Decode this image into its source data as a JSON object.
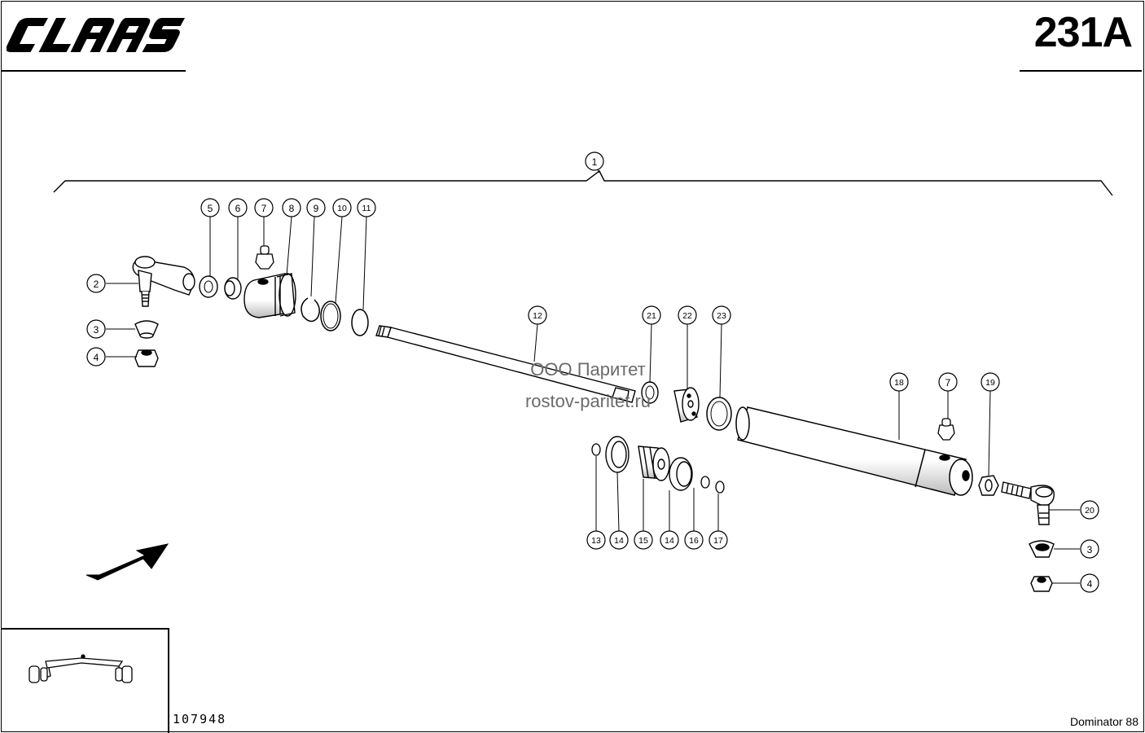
{
  "header": {
    "brand": "CLAAS",
    "page_number": "231A"
  },
  "watermark": {
    "line1": "ООО Паритет",
    "line2": "rostov-paritet.ru"
  },
  "footer": {
    "drawing_number": "107948",
    "model": "Dominator 88"
  },
  "callouts": {
    "c1": "1",
    "c2": "2",
    "c3": "3",
    "c4": "4",
    "c5": "5",
    "c6": "6",
    "c7": "7",
    "c8": "8",
    "c9": "9",
    "c10": "10",
    "c11": "11",
    "c12": "12",
    "c13": "13",
    "c14": "14",
    "c15": "15",
    "c16": "16",
    "c17": "17",
    "c18": "18",
    "c19": "19",
    "c20": "20",
    "c21": "21",
    "c22": "22",
    "c23": "23"
  },
  "icons": {
    "direction": "arrow-icon",
    "inset": "axle-icon"
  }
}
